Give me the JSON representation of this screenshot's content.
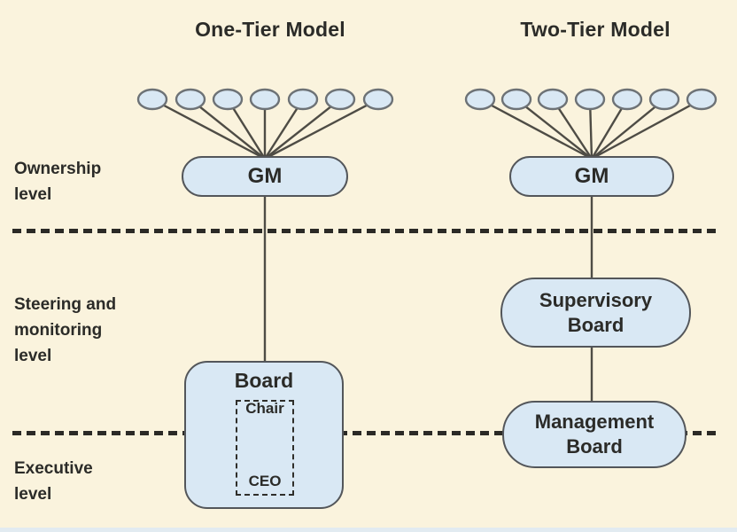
{
  "diagram": {
    "type": "organization-governance-comparison",
    "columns": [
      {
        "id": "one-tier",
        "title": "One-Tier Model",
        "shareholder_count": 7
      },
      {
        "id": "two-tier",
        "title": "Two-Tier Model",
        "shareholder_count": 7
      }
    ],
    "levels": [
      {
        "id": "ownership",
        "label": "Ownership\nlevel"
      },
      {
        "id": "steering",
        "label": "Steering and\nmonitoring\nlevel"
      },
      {
        "id": "executive",
        "label": "Executive\nlevel"
      }
    ],
    "one_tier": {
      "gm_label": "GM",
      "board_label": "Board",
      "chair_label": "Chair",
      "ceo_label": "CEO"
    },
    "two_tier": {
      "gm_label": "GM",
      "supervisory_label": "Supervisory\nBoard",
      "management_label": "Management\nBoard"
    },
    "colors": {
      "background": "#faf3dd",
      "shape_fill": "#d9e8f4",
      "shape_stroke": "#53565a",
      "ellipse_stroke": "#6d7276",
      "connector_line": "#4e4c45",
      "divider": "#2b2a26",
      "text": "#2b2b28",
      "bottom_strip": "#e2ebf1"
    }
  }
}
